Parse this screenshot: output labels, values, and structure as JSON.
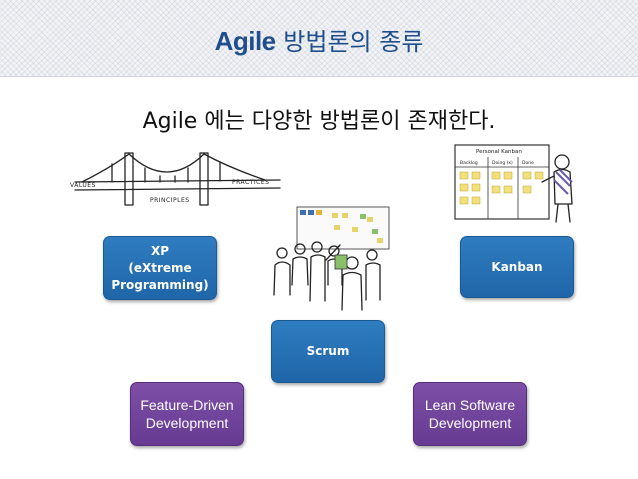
{
  "header": {
    "title_strong": "Agile",
    "title_rest": "방법론의 종류"
  },
  "subtitle": "Agile 에는 다양한 방법론이 존재한다.",
  "illustrations": {
    "bridge": {
      "label_left": "VALUES",
      "label_center": "PRINCIPLES",
      "label_right": "PRACTICES"
    },
    "kanban_board": {
      "title": "Personal Kanban",
      "columns": [
        "Backlog",
        "Doing (x)",
        "Done"
      ]
    }
  },
  "methods": {
    "xp": "XP\n(eXtreme\nProgramming)",
    "kanban": "Kanban",
    "scrum": "Scrum",
    "fdd": "Feature-Driven\nDevelopment",
    "lean": "Lean Software\nDevelopment"
  },
  "colors": {
    "title": "#1f4e8c",
    "blue_box": "#2874b6",
    "purple_box": "#6f43a0"
  }
}
